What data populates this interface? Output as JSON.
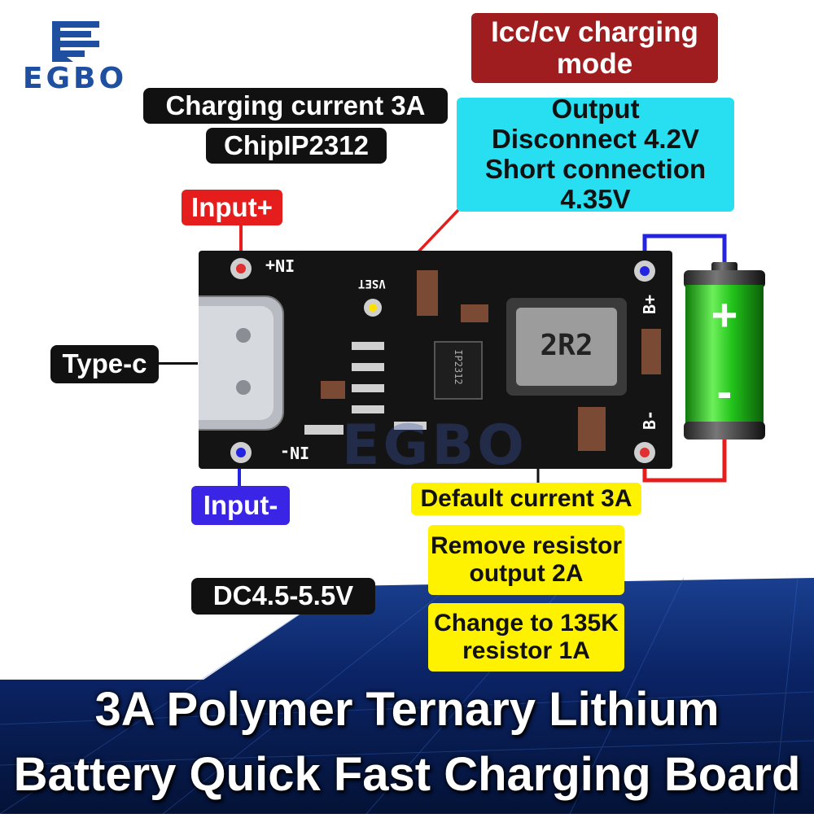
{
  "brand": {
    "name": "EGBO"
  },
  "labels": {
    "charging_current": "Charging current 3A",
    "chip": "ChipIP2312",
    "input_plus": "Input+",
    "input_minus": "Input-",
    "type_c": "Type-c",
    "voltage": "DC4.5-5.5V",
    "mode": [
      "Icc/cv charging",
      "mode"
    ],
    "output": [
      "Output",
      "Disconnect 4.2V",
      "Short connection 4.35V"
    ],
    "default_current": "Default current 3A",
    "remove_resistor": [
      "Remove resistor",
      "output 2A"
    ],
    "change_resistor": [
      "Change to 135K",
      "resistor 1A"
    ]
  },
  "board": {
    "pins": {
      "in_plus": "IN+",
      "in_minus": "IN-",
      "b_plus": "B+",
      "b_minus": "B-",
      "vset": "VSET"
    },
    "inductor_marking": "2R2",
    "chip_marking": "IP2312",
    "watermark": "EGBO"
  },
  "battery": {
    "plus_symbol": "+",
    "minus_symbol": "-"
  },
  "title": {
    "line1": "3A Polymer Ternary Lithium",
    "line2": "Battery Quick Fast Charging Board"
  },
  "colors": {
    "red_wire": "#e51d1d",
    "blue_wire": "#2424e0",
    "battery_green": "#22c21a"
  }
}
